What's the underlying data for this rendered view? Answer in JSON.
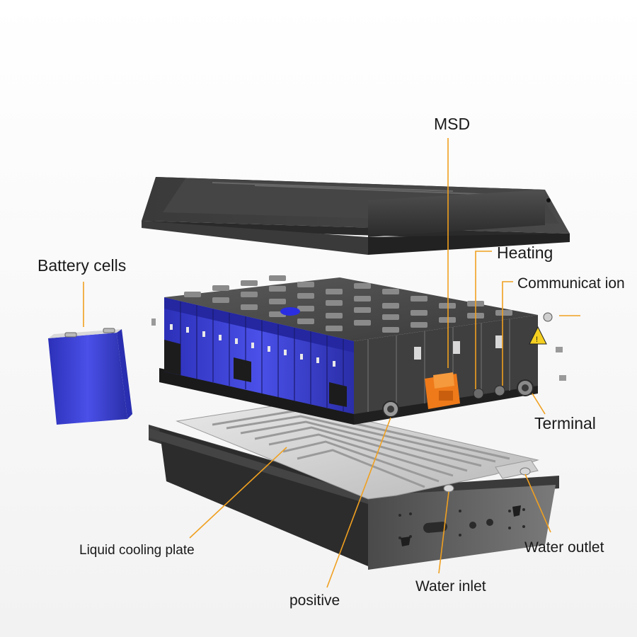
{
  "labels": {
    "msd": "MSD",
    "heating": "Heating",
    "communication": "Communicat ion",
    "battery_cells": "Battery cells",
    "terminal": "Terminal",
    "liquid_cooling_plate": "Liquid cooling plate",
    "water_outlet": "Water outlet",
    "water_inlet": "Water inlet",
    "positive": "positive"
  },
  "colors": {
    "leader_line": "#f0a020",
    "cell_blue": "#3a3fd6",
    "msd_orange": "#ef7a1a",
    "housing_dark": "#2f2f2f"
  }
}
